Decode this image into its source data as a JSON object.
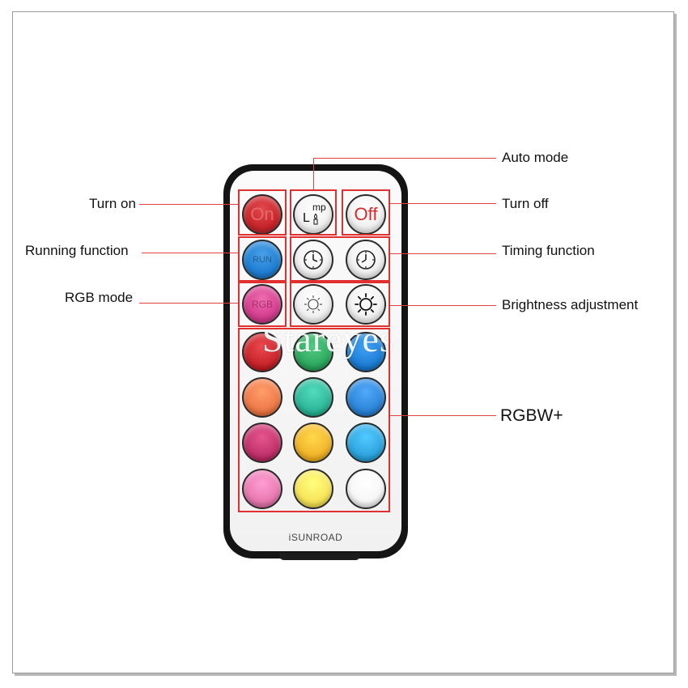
{
  "buttons": {
    "on": "On",
    "auto_top": "mp",
    "auto_bottom": "L",
    "off": "Off",
    "run": "RUN",
    "rgb": "RGB"
  },
  "labels": {
    "turn_on": "Turn on",
    "auto_mode": "Auto mode",
    "turn_off": "Turn off",
    "running_function": "Running function",
    "timing_function": "Timing function",
    "rgb_mode": "RGB mode",
    "brightness_adjustment": "Brightness adjustment",
    "rgbw_plus": "RGBW+"
  },
  "brand": "iSUNROAD",
  "watermark": "Stareyes",
  "colors": {
    "highlight": "#e03030",
    "on_button": "#c8262c",
    "run_button": "#1f7fd4",
    "rgb_button": "#d43d8e",
    "color_grid": [
      "#c8262c",
      "#2faa60",
      "#1f7fd4",
      "#ee7a48",
      "#2fb89a",
      "#2e86d8",
      "#c2336c",
      "#f2b52a",
      "#2fa6e0",
      "#e87ab0",
      "#f7e45a",
      "#f6f6f6"
    ]
  },
  "icons": [
    "clock-icon",
    "clock-icon",
    "sun-dim-icon",
    "sun-bright-icon",
    "candle-icon"
  ]
}
